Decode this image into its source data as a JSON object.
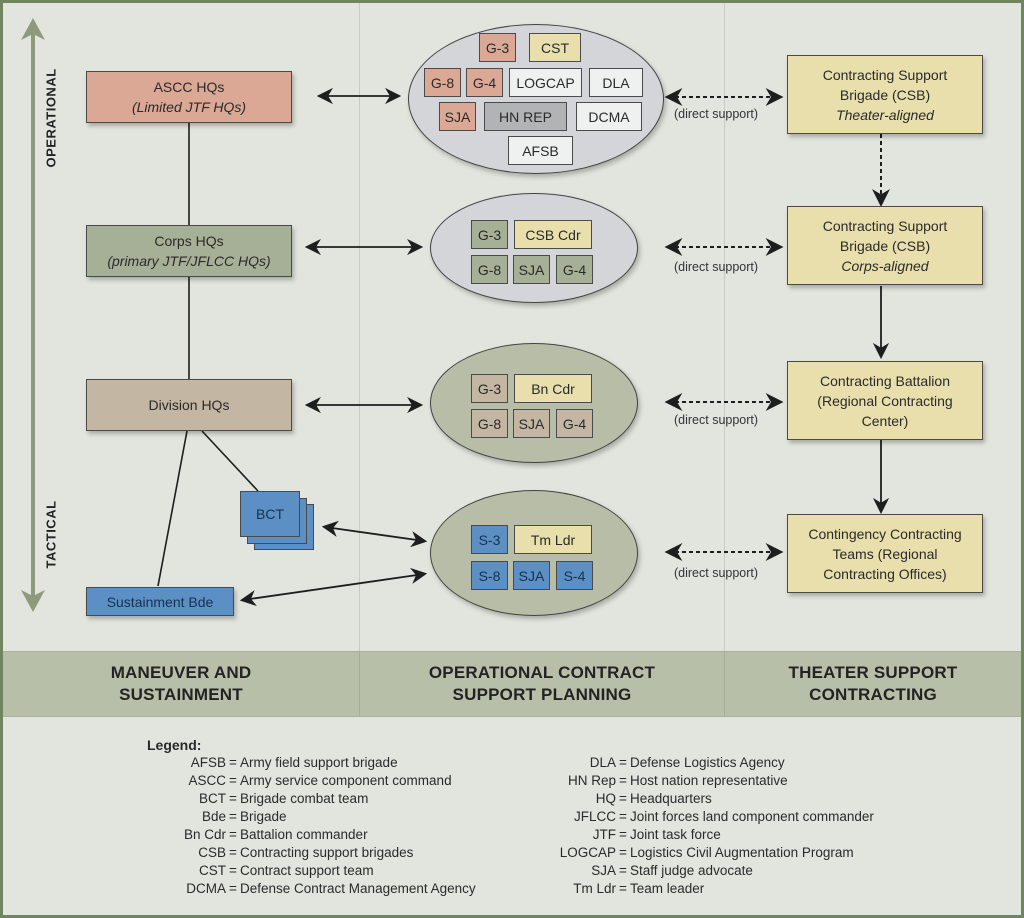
{
  "axis": {
    "top_label": "OPERATIONAL",
    "bottom_label": "TACTICAL"
  },
  "columns": [
    {
      "title": "MANEUVER AND\nSUSTAINMENT"
    },
    {
      "title": "OPERATIONAL CONTRACT\nSUPPORT PLANNING"
    },
    {
      "title": "THEATER SUPPORT\nCONTRACTING"
    }
  ],
  "maneuver": {
    "ascc": {
      "line1": "ASCC HQs",
      "line2": "(Limited JTF HQs)"
    },
    "corps": {
      "line1": "Corps HQs",
      "line2": "(primary JTF/JFLCC HQs)"
    },
    "division": {
      "line1": "Division HQs"
    },
    "bct": {
      "line1": "BCT"
    },
    "sustainment": {
      "line1": "Sustainment Bde"
    }
  },
  "planning": {
    "ascc_cell": [
      "G-3",
      "CST",
      "G-8",
      "G-4",
      "LOGCAP",
      "DLA",
      "SJA",
      "HN REP",
      "DCMA",
      "AFSB"
    ],
    "corps_cell": [
      "G-3",
      "CSB Cdr",
      "G-8",
      "SJA",
      "G-4"
    ],
    "division_cell": [
      "G-3",
      "Bn Cdr",
      "G-8",
      "SJA",
      "G-4"
    ],
    "brigade_cell": [
      "S-3",
      "Tm Ldr",
      "S-8",
      "SJA",
      "S-4"
    ]
  },
  "contracting": {
    "csb_theater": {
      "line1": "Contracting Support",
      "line2": "Brigade (CSB)",
      "line3": "Theater-aligned"
    },
    "csb_corps": {
      "line1": "Contracting Support",
      "line2": "Brigade (CSB)",
      "line3": "Corps-aligned"
    },
    "battalion": {
      "line1": "Contracting Battalion",
      "line2": "(Regional Contracting",
      "line3": "Center)"
    },
    "teams": {
      "line1": "Contingency Contracting",
      "line2": "Teams (Regional",
      "line3": "Contracting Offices)"
    }
  },
  "direct_support_label": "(direct support)",
  "legend": {
    "title": "Legend:",
    "left": [
      {
        "abbr": "AFSB",
        "def": "Army field support brigade"
      },
      {
        "abbr": "ASCC",
        "def": "Army service component command"
      },
      {
        "abbr": "BCT",
        "def": "Brigade combat team"
      },
      {
        "abbr": "Bde",
        "def": "Brigade"
      },
      {
        "abbr": "Bn Cdr",
        "def": "Battalion commander"
      },
      {
        "abbr": "CSB",
        "def": "Contracting support brigades"
      },
      {
        "abbr": "CST",
        "def": "Contract support team"
      },
      {
        "abbr": "DCMA",
        "def": "Defense Contract Management Agency"
      }
    ],
    "right": [
      {
        "abbr": "DLA",
        "def": "Defense Logistics Agency"
      },
      {
        "abbr": "HN Rep",
        "def": "Host nation representative"
      },
      {
        "abbr": "HQ",
        "def": "Headquarters"
      },
      {
        "abbr": "JFLCC",
        "def": "Joint forces land component commander"
      },
      {
        "abbr": "JTF",
        "def": "Joint task force"
      },
      {
        "abbr": "LOGCAP",
        "def": "Logistics Civil Augmentation Program"
      },
      {
        "abbr": "SJA",
        "def": "Staff judge advocate"
      },
      {
        "abbr": "Tm Ldr",
        "def": "Team leader"
      }
    ]
  }
}
